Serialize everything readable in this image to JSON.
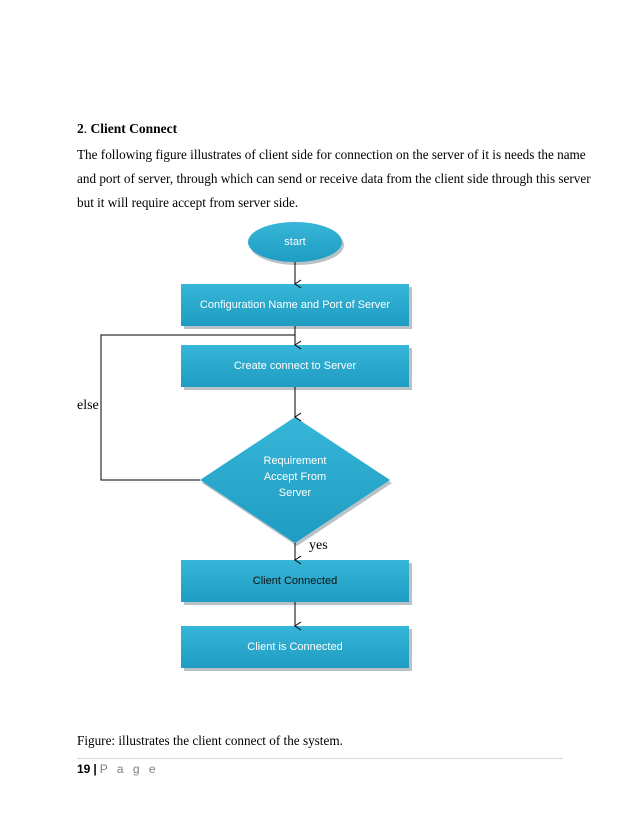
{
  "section": {
    "number": "2",
    "title": "Client Connect"
  },
  "paragraph": [
    "The following figure illustrates of client side for connection on the server of it is needs the name",
    "and port of server, through which can send or receive data from the client side through this server",
    "but it will require accept from server side."
  ],
  "flowchart": {
    "start": "start",
    "config": "Configuration Name and Port of Server",
    "create": "Create connect to Server",
    "decision": [
      "Requirement",
      "Accept From",
      "Server"
    ],
    "connected": "Client Connected",
    "is_connected": "Client is Connected",
    "else_label": "else",
    "yes_label": "yes",
    "colors": {
      "fill": "#2aa8cc",
      "fill_dark": "#1b87a8",
      "shadow": "#9aa3a8",
      "line": "#000000"
    }
  },
  "caption": "Figure: illustrates the client connect of the system.",
  "footer": {
    "page_number": "19",
    "separator": "|",
    "page_word": "P a g e"
  }
}
